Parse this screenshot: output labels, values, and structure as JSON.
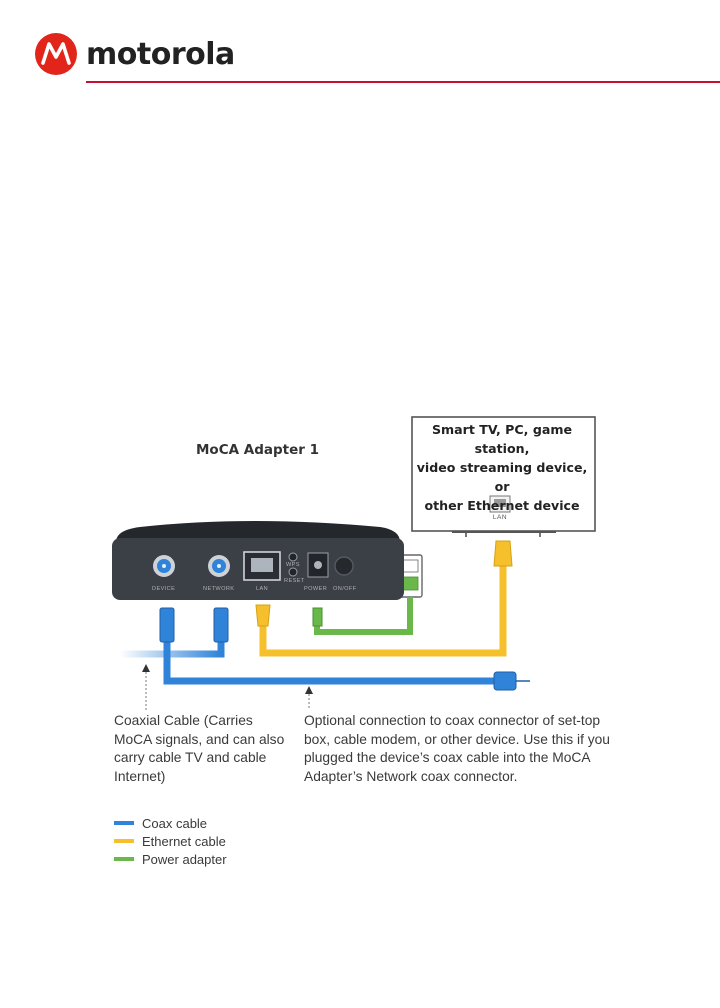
{
  "brand": {
    "name": "motorola",
    "accent_color": "#e1251b",
    "rule_color": "#c8102e",
    "logo_icon": "motorola-batwing-icon"
  },
  "diagram": {
    "adapter_title": "MoCA Adapter 1",
    "tv_lines": [
      "Smart TV, PC, game station,",
      "video streaming device, or",
      "other Ethernet device"
    ],
    "tv_port_label": "LAN",
    "port_labels": {
      "device": "DEVICE",
      "network": "NETWORK",
      "lan": "LAN",
      "wps": "WPS",
      "reset": "RESET",
      "power": "POWER",
      "onoff": "ON/OFF"
    },
    "note_left": "Coaxial Cable (Carries MoCA signals, and can also carry cable TV and cable Internet)",
    "note_right": "Optional connection to coax connector of set-top box, cable modem, or other device. Use this if you plugged the device’s coax cable into the MoCA Adapter’s Network coax connector."
  },
  "legend": [
    {
      "label": "Coax cable",
      "color": "#2f83d9"
    },
    {
      "label": "Ethernet cable",
      "color": "#f5c02b"
    },
    {
      "label": "Power adapter",
      "color": "#6ab84a"
    }
  ],
  "colors": {
    "coax": "#2f83d9",
    "ethernet": "#f5c02b",
    "power": "#6ab84a",
    "device_body": "#3b3f46"
  }
}
